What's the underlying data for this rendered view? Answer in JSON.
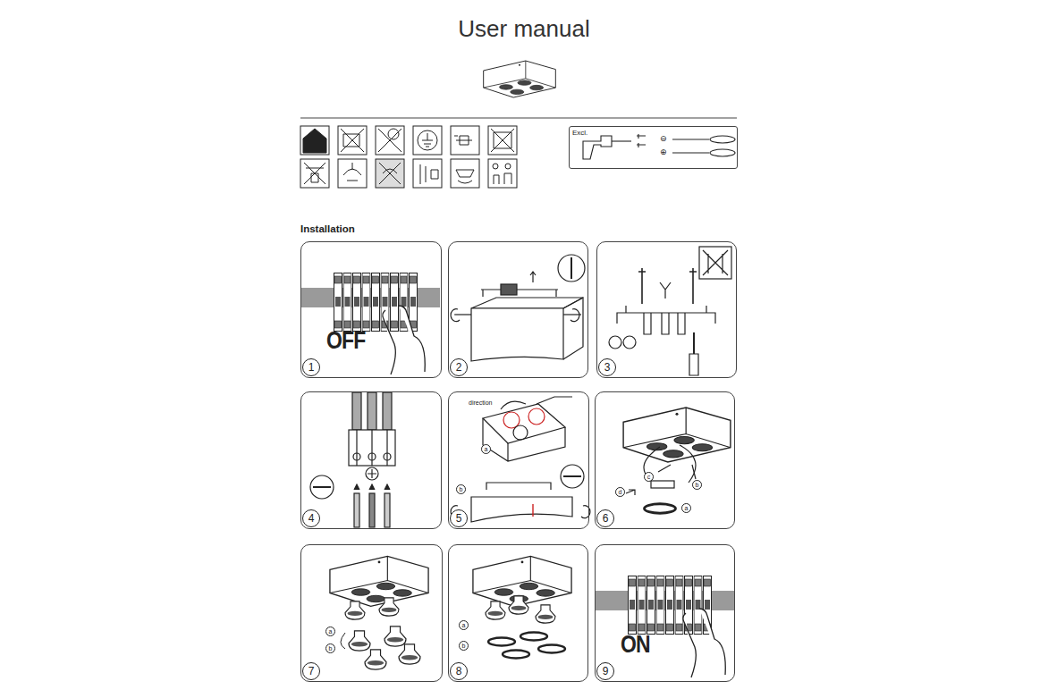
{
  "diagram": {
    "title": "User manual",
    "nodes": [
      {
        "text": [
          "Excl."
        ]
      },
      {
        "text": [
          "1",
          "OFF"
        ]
      },
      {
        "text": [
          "2"
        ]
      },
      {
        "text": [
          "3"
        ]
      },
      {
        "text": [
          "4"
        ]
      },
      {
        "text": [
          "5",
          "direction"
        ]
      },
      {
        "text": [
          "6"
        ]
      },
      {
        "text": [
          "7"
        ]
      },
      {
        "text": [
          "8"
        ]
      },
      {
        "text": [
          "9",
          "ON"
        ]
      }
    ],
    "labels": [
      "Installation",
      "⊖",
      "⊕",
      "a",
      "b",
      "c",
      "b",
      "d",
      "a",
      "a",
      "b",
      "a",
      "b"
    ]
  }
}
